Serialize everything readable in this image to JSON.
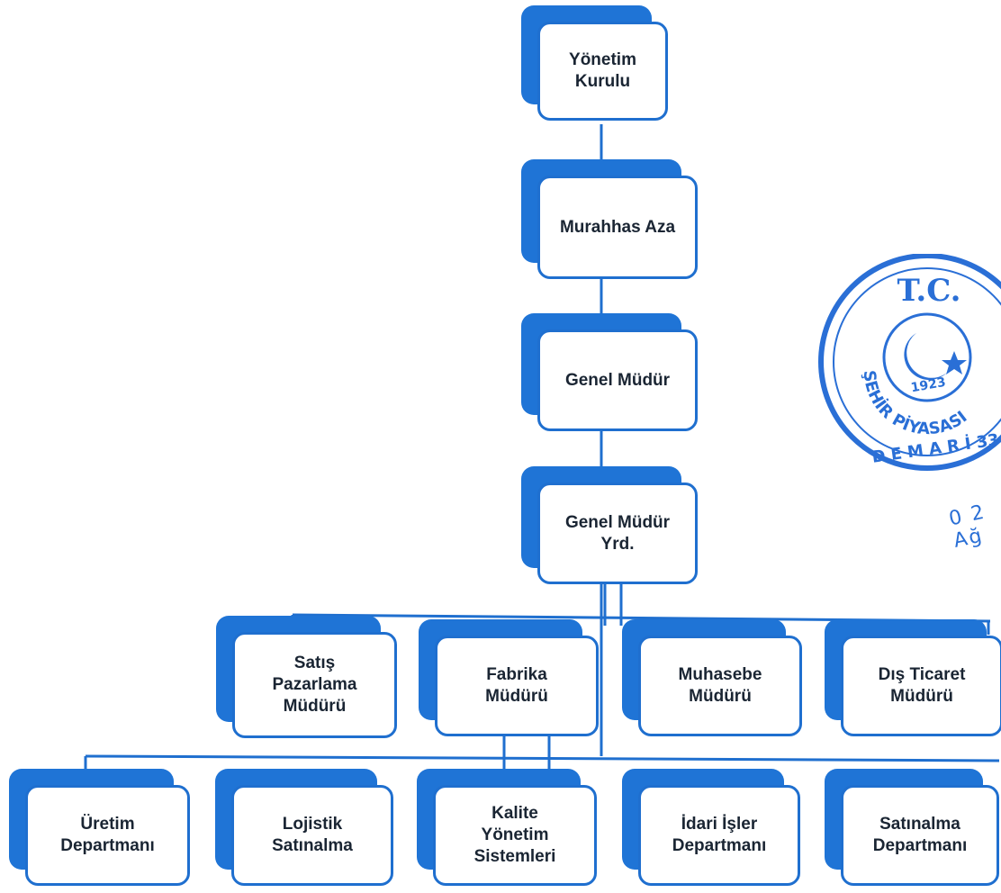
{
  "org_chart": {
    "levels": [
      {
        "label": "Yönetim\nKurulu"
      },
      {
        "label": "Murahhas Aza"
      },
      {
        "label": "Genel Müdür"
      },
      {
        "label": "Genel Müdür\nYrd."
      }
    ],
    "managers": [
      {
        "label": "Satış\nPazarlama\nMüdürü"
      },
      {
        "label": "Fabrika\nMüdürü"
      },
      {
        "label": "Muhasebe\nMüdürü"
      },
      {
        "label": "Dış Ticaret\nMüdürü"
      }
    ],
    "departments": [
      {
        "label": "Üretim\nDepartmanı"
      },
      {
        "label": "Lojistik\nSatınalma"
      },
      {
        "label": "Kalite\nYönetim\nSistemleri"
      },
      {
        "label": "İdari İşler\nDepartmanı"
      },
      {
        "label": "Satınalma\nDepartmanı"
      }
    ]
  },
  "stamp": {
    "top_text": "T.C.",
    "ring_text": "ŞEHİR PİYASASI ",
    "year": "1923",
    "bottom_text": "D E M A R İ  33",
    "date_text": "0 2 Ağ",
    "color": "#2a6fd6"
  },
  "colors": {
    "accent": "#1f6fcf",
    "shadow": "#1f74d6",
    "text": "#1a2533"
  }
}
